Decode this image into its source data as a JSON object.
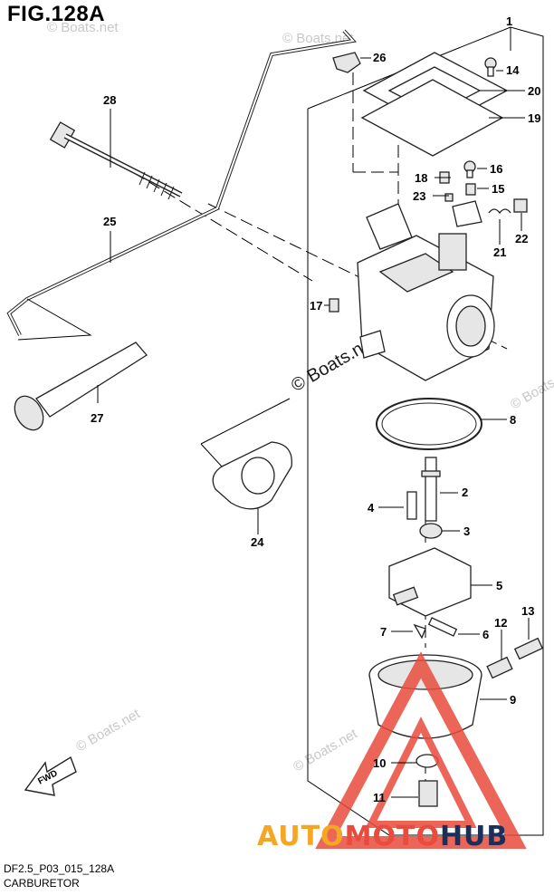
{
  "figure": {
    "title": "FIG.128A"
  },
  "footer": {
    "code": "DF2.5_P03_015_128A",
    "name": "CARBURETOR"
  },
  "watermarks": {
    "primary": "© Boats.net",
    "secondary": "© Boats.net",
    "faint": "© Boats.net"
  },
  "overlay": {
    "brand_part_a": "AUTO",
    "brand_part_b": "MOTO",
    "brand_part_c": "HUB",
    "color_orange": "#f5a623",
    "color_red": "#e84c3d",
    "color_dark": "#1c2f5a"
  },
  "fwd_label": "FWD",
  "callouts": {
    "c1": "1",
    "c2": "2",
    "c3": "3",
    "c4": "4",
    "c5": "5",
    "c6": "6",
    "c7": "7",
    "c8": "8",
    "c9": "9",
    "c10": "10",
    "c11": "11",
    "c12": "12",
    "c13": "13",
    "c14": "14",
    "c15": "15",
    "c16": "16",
    "c17": "17",
    "c18": "18",
    "c19": "19",
    "c20": "20",
    "c21": "21",
    "c22": "22",
    "c23": "23",
    "c24": "24",
    "c25": "25",
    "c26": "26",
    "c27": "27",
    "c28": "28"
  }
}
